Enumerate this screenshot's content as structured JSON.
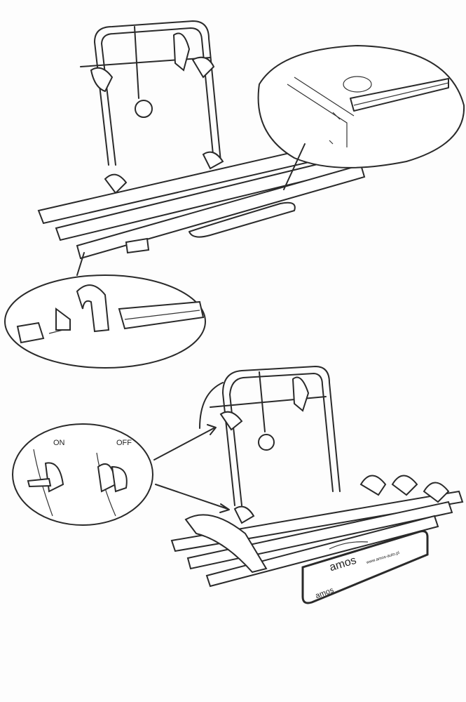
{
  "labels": {
    "on": "ON",
    "off": "OFF"
  },
  "plate": {
    "brand": "amos",
    "brand_small": "amos",
    "url": "www.amos-auto.pl"
  }
}
